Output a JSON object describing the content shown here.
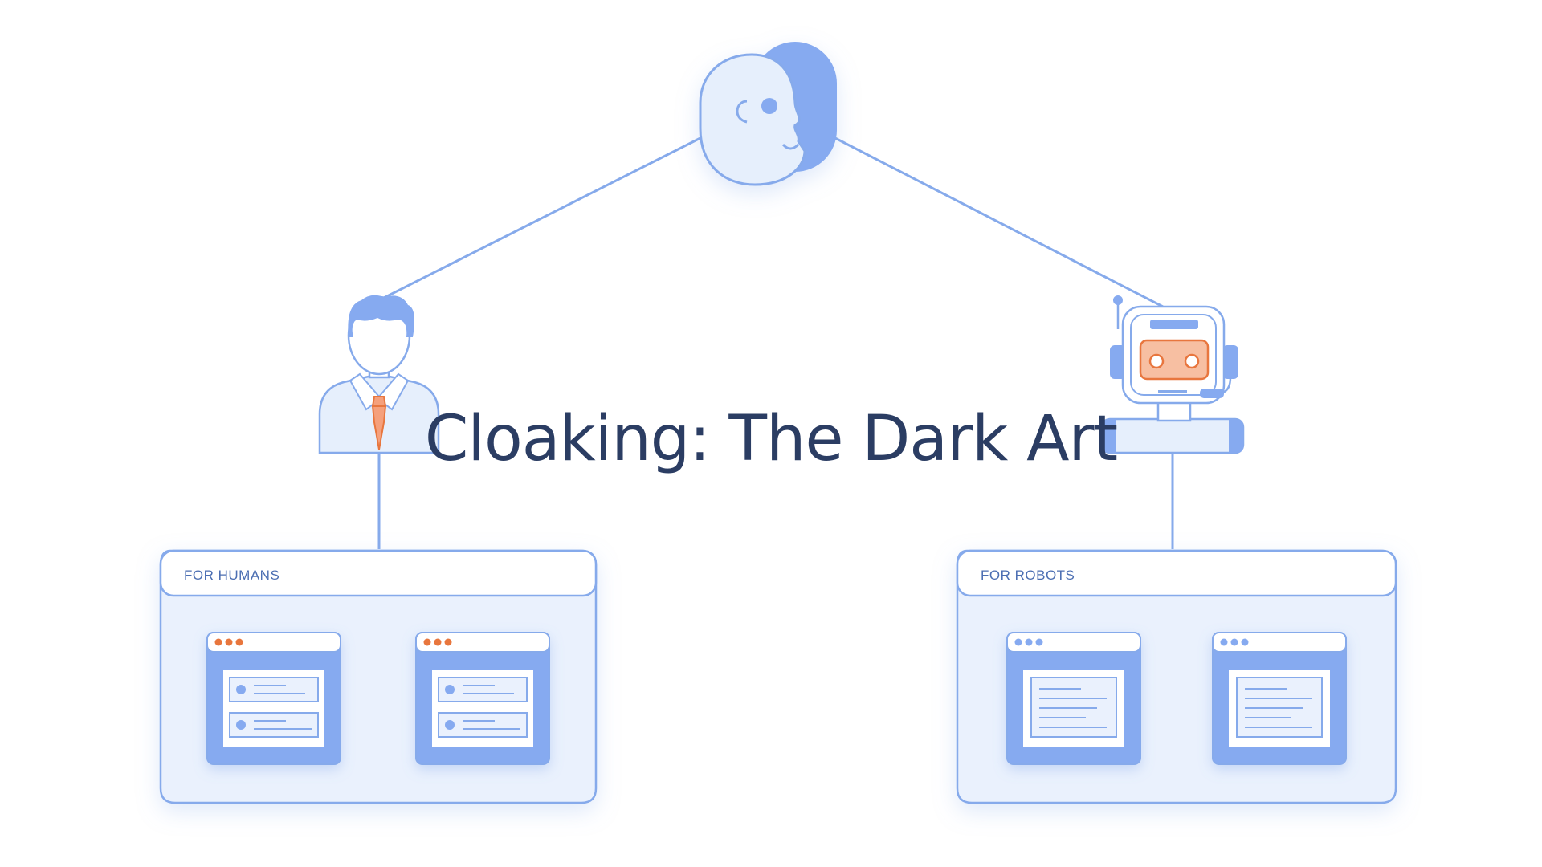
{
  "title": "Cloaking: The Dark Art",
  "panels": {
    "humans": {
      "label": "FOR HUMANS"
    },
    "robots": {
      "label": "FOR ROBOTS"
    }
  },
  "icons": {
    "top": "two-face-mask-icon",
    "left": "businessman-icon",
    "right": "robot-icon"
  },
  "colors": {
    "line": "#86aaeb",
    "fill_light": "#e6effc",
    "fill_mid": "#86aaf0",
    "accent": "#f08a58",
    "text": "#2b3d63",
    "label": "#4b6eb2"
  }
}
